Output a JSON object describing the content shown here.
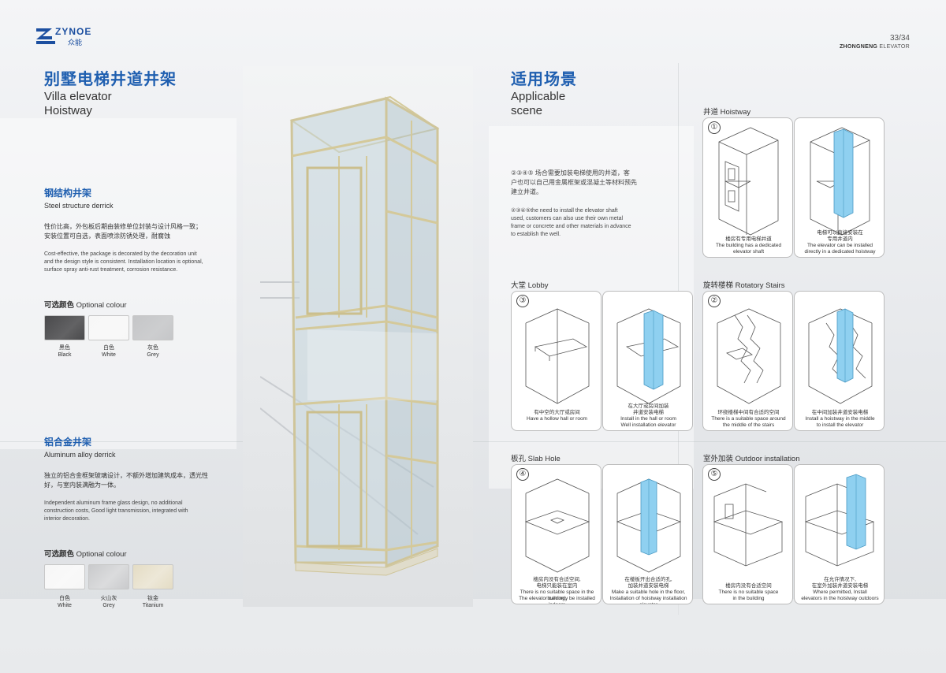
{
  "header": {
    "logo_text": "ZYNOE",
    "logo_sub": "众能",
    "page_number": "33/34",
    "brand_bold": "ZHONGNENG",
    "brand_rest": " ELEVATOR"
  },
  "left": {
    "title_cn": "别墅电梯井道井架",
    "title_en_1": "Villa elevator",
    "title_en_2": "Hoistway",
    "steel": {
      "title_cn": "钢结构井架",
      "title_en": "Steel structure derrick",
      "desc_cn_1": "性价比高，外包板后期由装修单位封装与设计风格一致；",
      "desc_cn_2": "安装位置可自选，表面喷涂防锈处理，耐腐蚀",
      "desc_en_1": "Cost-effective, the package is decorated by the decoration unit",
      "desc_en_2": "and the design style is consistent. Installation location is optional,",
      "desc_en_3": "surface spray anti-rust treatment, corrosion resistance.",
      "colour_cn": "可选颜色",
      "colour_en": " Optional colour",
      "swatches": [
        {
          "cn": "黑色",
          "en": "Black",
          "color": "#4a4a4c"
        },
        {
          "cn": "白色",
          "en": "White",
          "color": "#f7f7f7"
        },
        {
          "cn": "灰色",
          "en": "Grey",
          "color": "#c5c6c8"
        }
      ]
    },
    "alu": {
      "title_cn": "铝合金井架",
      "title_en": "Aluminum alloy derrick",
      "desc_cn_1": "独立的铝合金框架玻璃设计，不额外增加建筑成本，透光性",
      "desc_cn_2": "好，与室内装满融为一体。",
      "desc_en_1": "Independent aluminum frame glass design, no additional",
      "desc_en_2": "construction costs, Good light transmission, integrated with",
      "desc_en_3": "interior decoration.",
      "colour_cn": "可选颜色",
      "colour_en": " Optional colour",
      "swatches": [
        {
          "cn": "白色",
          "en": "White",
          "color": "#f6f6f6"
        },
        {
          "cn": "火山灰",
          "en": "Grey",
          "color": "#c9cacc"
        },
        {
          "cn": "钛金",
          "en": "Titanium",
          "color": "#e4dcc4"
        }
      ]
    }
  },
  "right": {
    "title_cn": "适用场景",
    "title_en_1": "Applicable",
    "title_en_2": "scene",
    "intro_cn_1": "②③④⑤ 场合需要加装电梯使用的井道，客",
    "intro_cn_2": "户也可以自己用金属框架或混凝土等材料预先",
    "intro_cn_3": "建立井道。",
    "intro_en_1": "②③④⑤the need to install the elevator shaft",
    "intro_en_2": "used, customers can also use their own metal",
    "intro_en_3": "frame or concrete and other materials in advance",
    "intro_en_4": "to establish the well.",
    "sections": {
      "hoistway": {
        "title": "井道 Hoistway",
        "number": "①",
        "c1_cn": "楼房有专用电梯井道",
        "c1_en_1": "The building has a dedicated",
        "c1_en_2": "elevator shaft",
        "c2_cn_1": "电梯可以直接安装在",
        "c2_cn_2": "专用井道内",
        "c2_en_1": "The elevator can be installed",
        "c2_en_2": "directly in a dedicated hoistway"
      },
      "lobby": {
        "title": "大堂 Lobby",
        "number": "③",
        "c1_cn": "有中空的大厅或房间",
        "c1_en_1": "Have a hollow hall or room",
        "c1_en_2": "",
        "c2_cn_1": "在大厅或房间加装",
        "c2_cn_2": "井道安装电梯",
        "c2_en_1": "Install in the hall or room",
        "c2_en_2": "Well installation elevator"
      },
      "stairs": {
        "title": "旋转楼梯 Rotatory Stairs",
        "number": "②",
        "c1_cn": "环绕楼梯中间有合适的空间",
        "c1_en_1": "There is a suitable space around",
        "c1_en_2": "the middle of the stairs",
        "c2_cn_1": "在中间加装井道安装电梯",
        "c2_cn_2": "",
        "c2_en_1": "Install a hoistway in the middle",
        "c2_en_2": "to install the elevator"
      },
      "slab": {
        "title": "板孔 Slab Hole",
        "number": "④",
        "c1_cn_1": "楼房内没有合适空间,",
        "c1_cn_2": "电梯只能装在室内",
        "c1_en_1": "There is no suitable space in the building.",
        "c1_en_2": "The elevator can only be installed indoors",
        "c2_cn_1": "在楼板开出合适的孔,",
        "c2_cn_2": "加装井道安装电梯",
        "c2_en_1": "Make a suitable hole in the floor,",
        "c2_en_2": "Installation of hoistway installation elevator"
      },
      "outdoor": {
        "title": "室外加装 Outdoor installation",
        "number": "⑤",
        "c1_cn": "楼房内没有合适空间",
        "c1_en_1": "There is no suitable space",
        "c1_en_2": "in the building",
        "c2_cn_1": "在允许情况下,",
        "c2_cn_2": "在室外加装井道安装电梯",
        "c2_en_1": "Where permitted, Install",
        "c2_en_2": "elevators in the hoistway outdoors"
      }
    }
  },
  "colors": {
    "accent": "#1f5fb0",
    "shaft_blue": "#8fd0f0",
    "frame_gold": "#d4c99a"
  }
}
